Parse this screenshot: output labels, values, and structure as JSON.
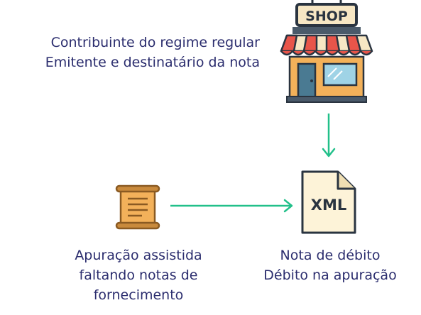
{
  "source": {
    "lines": [
      "Contribuinte do regime regular",
      "Emitente e destinatário da nota"
    ],
    "shop_sign": "SHOP",
    "icon": "shop-icon"
  },
  "document": {
    "badge": "XML",
    "icon": "xml-file-icon",
    "lines": [
      "Nota de débito",
      "Débito na apuração"
    ]
  },
  "recipient": {
    "icon": "scroll-icon",
    "lines": [
      "Apuração assistida",
      "faltando notas de",
      "fornecimento"
    ]
  },
  "colors": {
    "arrow": "#22c08a",
    "text": "#2b2d6e",
    "awning_red": "#e8554a",
    "paper": "#fdf3d8"
  }
}
